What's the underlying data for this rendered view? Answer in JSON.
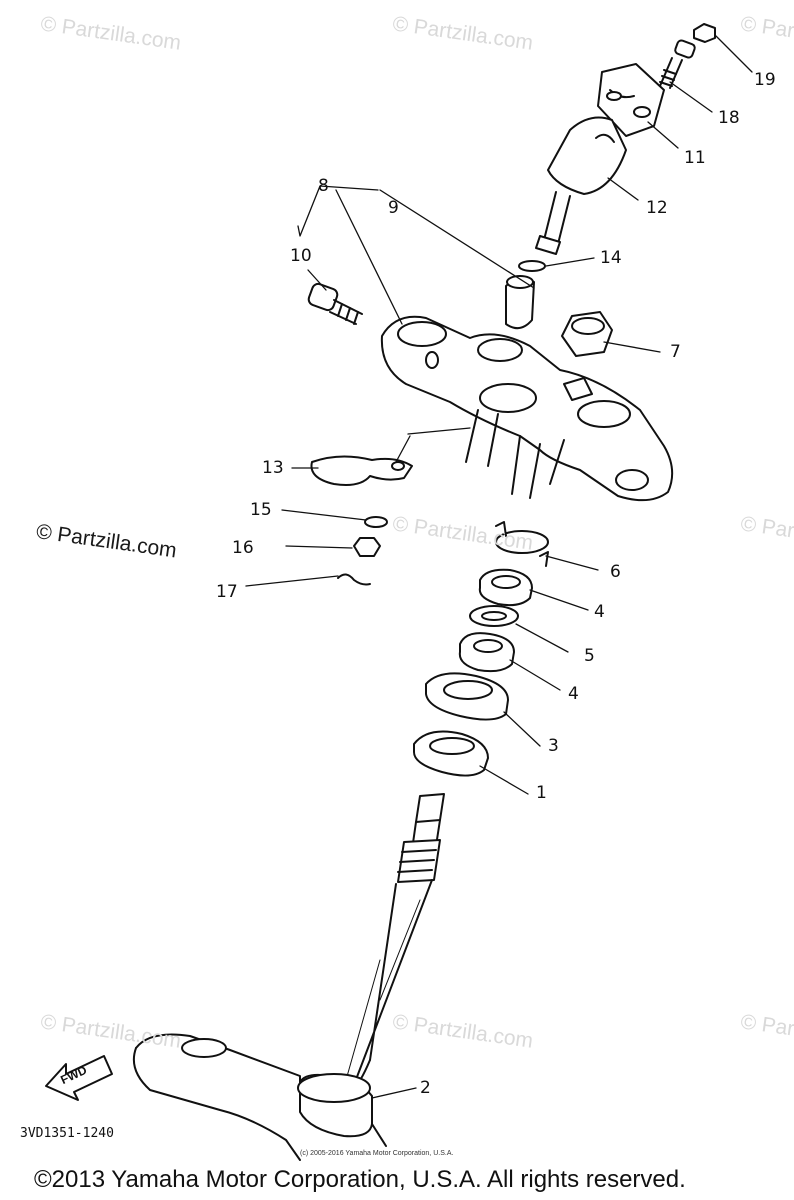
{
  "watermarks": {
    "text": "© Partzilla.com",
    "strong_text": "© Partzilla.com"
  },
  "callouts": [
    "1",
    "2",
    "3",
    "4",
    "4",
    "5",
    "6",
    "7",
    "8",
    "9",
    "10",
    "11",
    "12",
    "13",
    "14",
    "15",
    "16",
    "17",
    "18",
    "19"
  ],
  "fwd_label": "FWD",
  "diagram_code": "3VD1351-1240",
  "small_copyright": "(c) 2005-2016 Yamaha Motor Corporation, U.S.A.",
  "footer": "©2013 Yamaha Motor Corporation, U.S.A. All rights reserved."
}
